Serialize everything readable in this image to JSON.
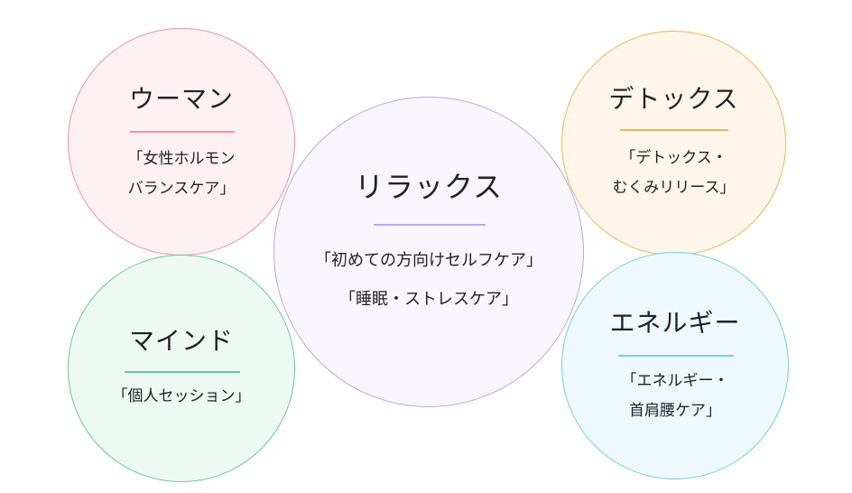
{
  "circles": {
    "woman": {
      "title": "ウーマン",
      "lines": [
        "「女性ホルモン",
        "バランスケア」"
      ],
      "color": "#ef90a8"
    },
    "detox": {
      "title": "デトックス",
      "lines": [
        "「デトックス・",
        "むくみリリース」"
      ],
      "color": "#f3b254"
    },
    "relax": {
      "title": "リラックス",
      "lines": [
        "「初めての方向けセルフケア」",
        "「睡眠・ストレスケア」"
      ],
      "color": "#b7a7e6"
    },
    "mind": {
      "title": "マインド",
      "lines": [
        "「個人セッション」"
      ],
      "color": "#68c8a0"
    },
    "energy": {
      "title": "エネルギー",
      "lines": [
        "「エネルギー・",
        "首肩腰ケア」"
      ],
      "color": "#73cdea"
    }
  }
}
